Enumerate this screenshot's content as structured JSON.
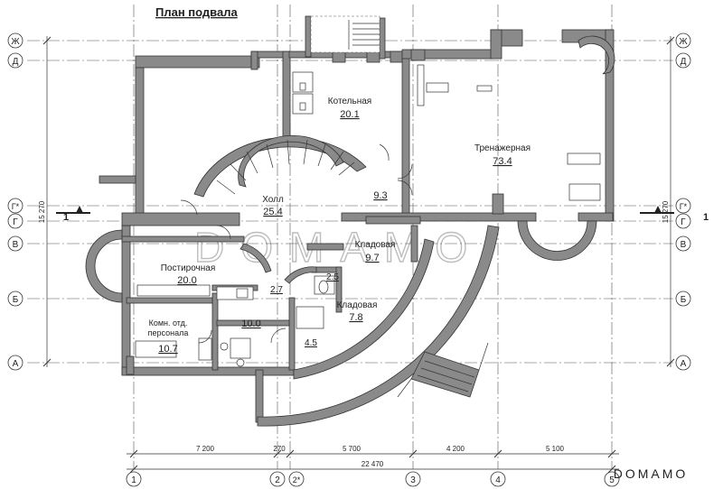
{
  "title": "План подвала",
  "watermark": "DOMAMO",
  "watermark_small": "DOMAMO",
  "rows": {
    "left": [
      "Ж",
      "Д",
      "Г*",
      "Г",
      "В",
      "Б",
      "А"
    ],
    "right": [
      "Ж",
      "Д",
      "Г*",
      "Г",
      "В",
      "Б",
      "А"
    ]
  },
  "columns": [
    "1",
    "2",
    "2*",
    "3",
    "4",
    "5"
  ],
  "dimensions": {
    "bottom": [
      "7 200",
      "270",
      "5 700",
      "4 200",
      "5 100"
    ],
    "total": "22 470",
    "left_vertical": "15 270",
    "right_vertical": "15 270"
  },
  "section_mark": "1",
  "rooms": [
    {
      "name": "Котельная",
      "area": "20.1"
    },
    {
      "name": "Тренажерная",
      "area": "73.4"
    },
    {
      "name": "",
      "area": "9.3"
    },
    {
      "name": "Холл",
      "area": "25.4"
    },
    {
      "name": "Кладовая",
      "area": "9.7"
    },
    {
      "name": "",
      "area": "2.5"
    },
    {
      "name": "Постирочная",
      "area": "20.0"
    },
    {
      "name": "",
      "area": "2.7"
    },
    {
      "name": "Кладовая",
      "area": "7.8"
    },
    {
      "name": "",
      "area": "10.0"
    },
    {
      "name": "Комн. отд.",
      "area": "10.7",
      "name2": "персонала"
    },
    {
      "name": "",
      "area": "4.5"
    }
  ],
  "colors": {
    "wall": "#8a8a8a",
    "line": "#333333",
    "axis": "#555555"
  }
}
